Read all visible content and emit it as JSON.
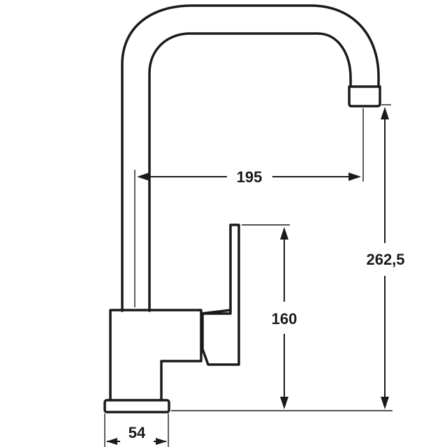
{
  "diagram": {
    "subject": "single-lever faucet technical drawing",
    "line_color": "#1a1a1a",
    "background": "#ffffff",
    "dimensions": [
      {
        "id": "spout-reach",
        "label": "195",
        "orientation": "horizontal"
      },
      {
        "id": "total-height",
        "label": "262,5",
        "orientation": "vertical"
      },
      {
        "id": "lever-height",
        "label": "160",
        "orientation": "vertical"
      },
      {
        "id": "base-width",
        "label": "54",
        "orientation": "horizontal"
      }
    ]
  }
}
